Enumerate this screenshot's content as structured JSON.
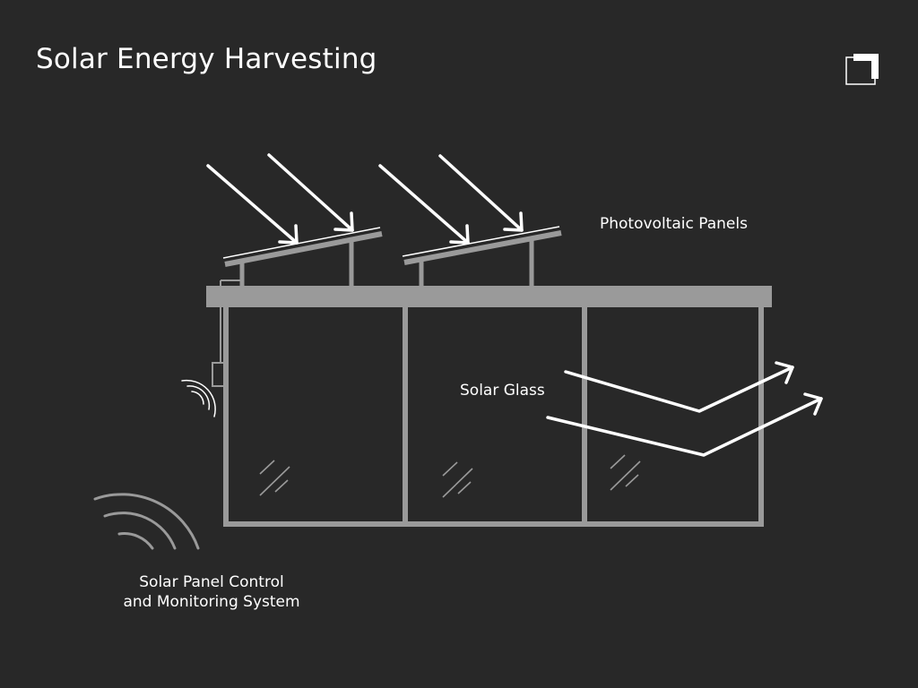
{
  "title": "Solar Energy Harvesting",
  "labels": {
    "photovoltaic_panels": "Photovoltaic Panels",
    "solar_glass": "Solar Glass",
    "control_line1": "Solar Panel Control",
    "control_line2": "and Monitoring System"
  },
  "colors": {
    "background": "#282828",
    "structure": "#9a9a9a",
    "arrows": "#ffffff",
    "text": "#ffffff"
  },
  "icons": [
    "logo-icon",
    "sun-ray-arrow-icon",
    "reflected-arrow-icon",
    "signal-wave-icon",
    "glass-glare-icon"
  ]
}
